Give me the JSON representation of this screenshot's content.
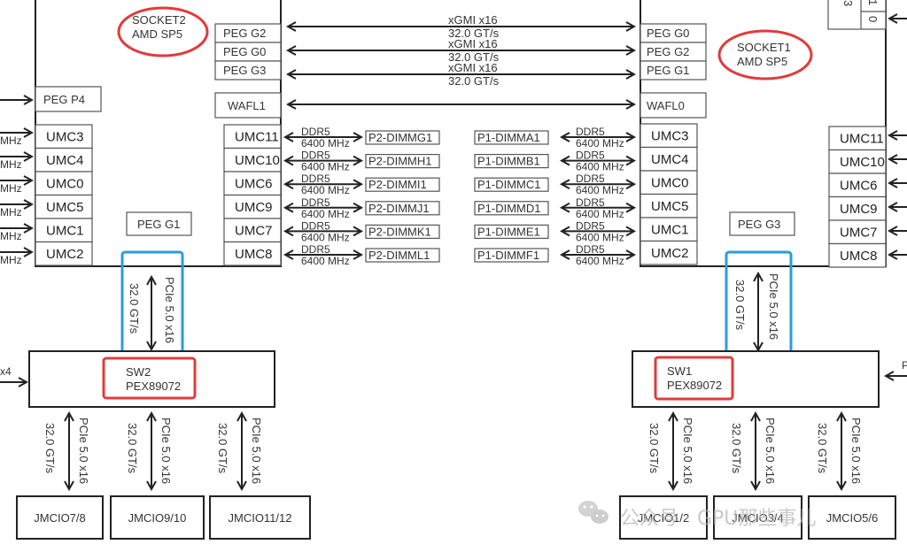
{
  "socket2": {
    "name": "SOCKET2",
    "model": "AMD SP5",
    "peg_links": [
      "PEG G2",
      "PEG G0",
      "PEG G3"
    ],
    "wafl": "WAFL1",
    "peg_left": "PEG P4",
    "peg_bottom": "PEG G1",
    "umc_left": [
      "UMC3",
      "UMC4",
      "UMC0",
      "UMC5",
      "UMC1",
      "UMC2"
    ],
    "umc_right": [
      "UMC11",
      "UMC10",
      "UMC6",
      "UMC9",
      "UMC7",
      "UMC8"
    ],
    "dimms": [
      "P2-DIMMG1",
      "P2-DIMMH1",
      "P2-DIMMI1",
      "P2-DIMMJ1",
      "P2-DIMMK1",
      "P2-DIMML1"
    ],
    "left_edge_partial_label": "MHz"
  },
  "socket1": {
    "name": "SOCKET1",
    "model": "AMD SP5",
    "peg_links": [
      "PEG G0",
      "PEG G2",
      "PEG G1"
    ],
    "wafl": "WAFL0",
    "peg_bottom": "PEG G3",
    "umc_left": [
      "UMC3",
      "UMC4",
      "UMC0",
      "UMC5",
      "UMC1",
      "UMC2"
    ],
    "umc_right": [
      "UMC11",
      "UMC10",
      "UMC6",
      "UMC9",
      "UMC7",
      "UMC8"
    ],
    "dimms": [
      "P1-DIMMA1",
      "P1-DIMMB1",
      "P1-DIMMC1",
      "P1-DIMMD1",
      "P1-DIMME1",
      "P1-DIMMF1"
    ],
    "top_right_partial": [
      "3",
      "1",
      "0"
    ]
  },
  "links": {
    "xgmi_label": "xGMI x16",
    "xgmi_speed": "32.0 GT/s",
    "ddr_label": "DDR5",
    "ddr_speed": "6400 MHz",
    "pcie_label": "PCIe 5.0 x16",
    "pcie_speed": "32.0 GT/s"
  },
  "switches": {
    "sw2": {
      "name": "SW2",
      "model": "PEX89072",
      "left_partial": "x4"
    },
    "sw1": {
      "name": "SW1",
      "model": "PEX89072",
      "right_partial": "P"
    }
  },
  "jmcio": {
    "left": [
      "JMCIO7/8",
      "JMCIO9/10",
      "JMCIO11/12"
    ],
    "right": [
      "JMCIO1/2",
      "JMCIO3/4",
      "JMCIO5/6"
    ]
  },
  "watermark": "公众号 · GPU那些事儿"
}
